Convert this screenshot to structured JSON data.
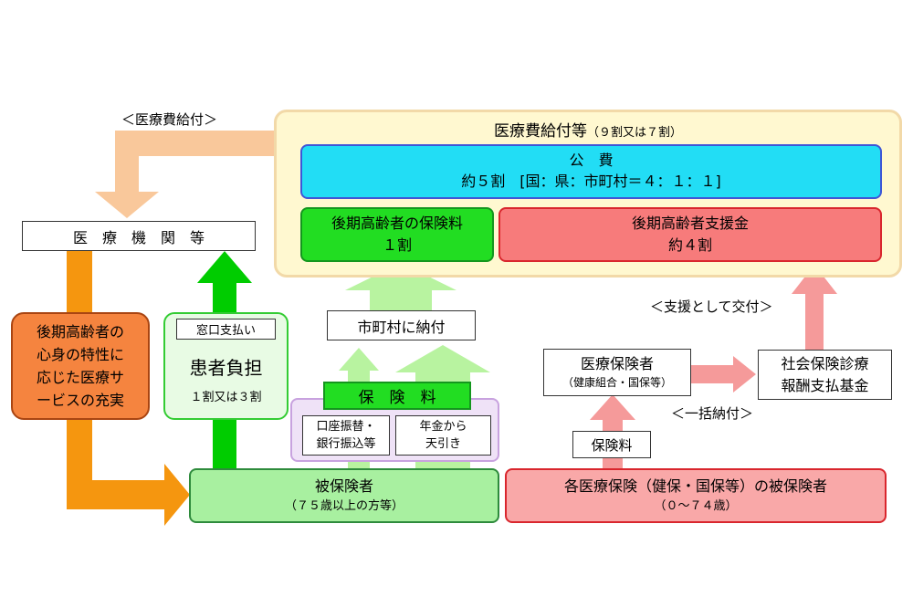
{
  "colors": {
    "peach_arrow": "#f9c89b",
    "orange": "#f5960f",
    "green_bright": "#00cc00",
    "green_pale": "#b8f3a0",
    "pink": "#f59a9a",
    "outer_box_fill": "#fff8d0",
    "cyan": "#22ddf5",
    "red_box": "#f77b7b"
  },
  "labels": {
    "top_arrow_caption": "＜医療費給付＞",
    "support_caption": "＜支援として交付＞",
    "lump_caption": "＜一括納付＞"
  },
  "outer": {
    "title": "医療費給付等",
    "title_note": "（９割又は７割）"
  },
  "public_funds": {
    "title": "公　費",
    "detail": "約５割　[国：県：市町村＝４：１：１]"
  },
  "elderly_premium": {
    "line1": "後期高齢者の保険料",
    "line2": "１割"
  },
  "support_fund": {
    "line1": "後期高齢者支援金",
    "line2": "約４割"
  },
  "medical_institution": "医　療　機　関　等",
  "service_box": {
    "line1": "後期高齢者の",
    "line2": "心身の特性に",
    "line3": "応じた医療サ",
    "line4": "ービスの充実"
  },
  "patient": {
    "tag": "窓口支払い",
    "title": "患者負担",
    "note": "１割又は３割"
  },
  "municipal_payment": "市町村に納付",
  "premium": {
    "title": "保　険　料",
    "method1_line1": "口座振替・",
    "method1_line2": "銀行振込等",
    "method2_line1": "年金から",
    "method2_line2": "天引き"
  },
  "insurer": {
    "title": "医療保険者",
    "note": "（健康組合・国保等）"
  },
  "fund": {
    "line1": "社会保険診療",
    "line2": "報酬支払基金"
  },
  "premium_small": "保険料",
  "insured": {
    "title": "被保険者",
    "note": "（７５歳以上の方等）"
  },
  "other_insured": {
    "title": "各医療保険（健保・国保等）の被保険者",
    "note": "（０～７４歳）"
  }
}
